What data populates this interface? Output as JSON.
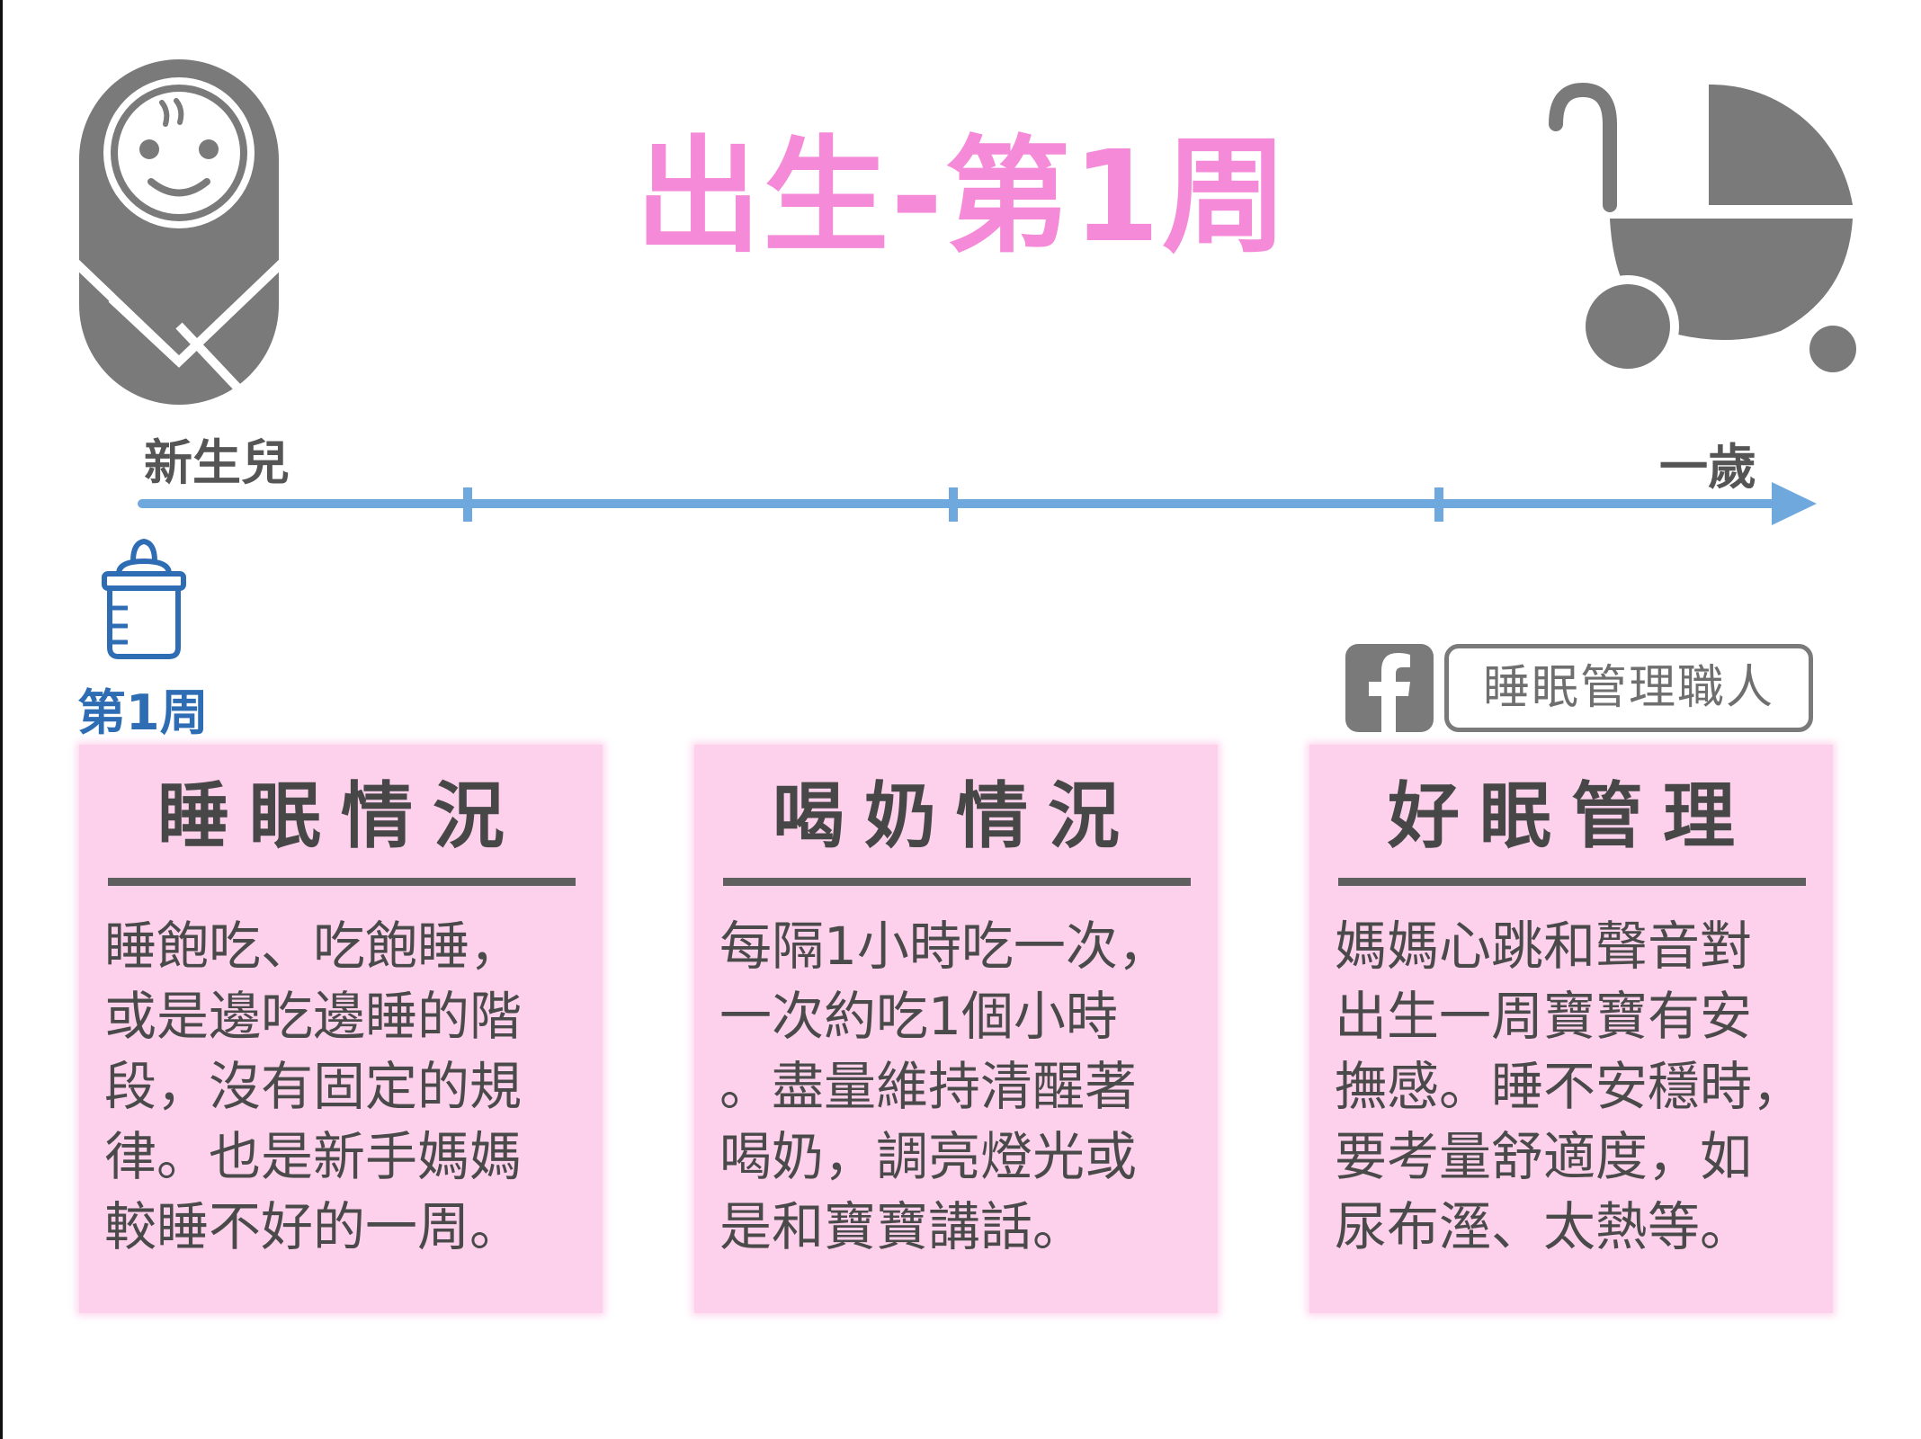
{
  "title": "出生-第1周",
  "timeline": {
    "start_label": "新生兒",
    "end_label": "一歲",
    "week_label": "第1周"
  },
  "icons": {
    "baby": "swaddled-baby-icon",
    "stroller": "baby-stroller-icon",
    "bottle": "baby-bottle-icon",
    "facebook": "facebook-icon"
  },
  "colors": {
    "title": "#f58ad8",
    "card_background": "#fdd1ec",
    "timeline": "#6fa8dc",
    "week_label": "#2e6db4",
    "icon_gray": "#7a7a7a"
  },
  "facebook_page": "睡眠管理職人",
  "cards": [
    {
      "title": "睡眠情況",
      "lines": [
        "睡飽吃、吃飽睡，",
        "或是邊吃邊睡的階",
        "段，沒有固定的規",
        "律。也是新手媽媽",
        "較睡不好的一周。"
      ]
    },
    {
      "title": "喝奶情況",
      "lines": [
        "每隔1小時吃一次，",
        "一次約吃1個小時",
        "。盡量維持清醒著",
        "喝奶，調亮燈光或",
        "是和寶寶講話。"
      ]
    },
    {
      "title": "好眠管理",
      "lines": [
        "媽媽心跳和聲音對",
        "出生一周寶寶有安",
        "撫感。睡不安穩時，",
        "要考量舒適度，如",
        "尿布溼、太熱等。"
      ]
    }
  ]
}
